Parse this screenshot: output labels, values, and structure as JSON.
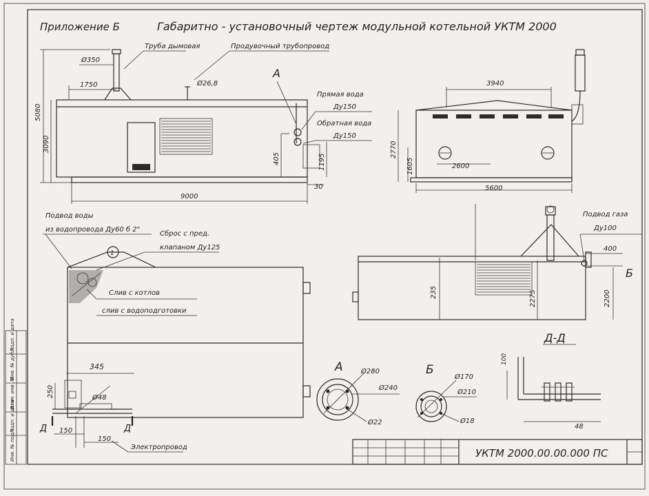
{
  "header": {
    "appendix": "Приложение Б",
    "title": "Габаритно - установочный чертеж модульной котельной УКТМ 2000"
  },
  "front_view": {
    "label_chimney": "Труба дымовая",
    "label_gas_pipe": "Продувочный трубопровод",
    "dim_chimney_d": "Ø350",
    "dim_chimney_x": "1750",
    "dim_gas_d": "Ø26,8",
    "dim_total_h": "5080",
    "dim_body_h": "3090",
    "dim_length": "9000",
    "dim_pipe_h": "405",
    "dim_pipe_h2": "1195",
    "dim_offset": "30",
    "section_mark": "А",
    "label_supply": "Прямая вода",
    "label_supply_dn": "Ду150",
    "label_return": "Обратная вода",
    "label_return_dn": "Ду150"
  },
  "side_view": {
    "dim_roof": "3940",
    "dim_height": "2770",
    "dim_inner_w": "2600",
    "dim_total_w": "5600",
    "dim_base_h": "1605"
  },
  "plan_view": {
    "label_water_1": "Подвод воды",
    "label_water_2": "из водопровода Ду60 б 2\"",
    "label_relief_1": "Сброс с пред.",
    "label_relief_2": "клапаном Ду125",
    "label_drain_1": "Слив с котлов",
    "label_drain_2": "слив с водоподготовки",
    "marker_1": "1",
    "dim_345": "345",
    "dim_250": "250",
    "dim_d48": "Ø48",
    "dim_150a": "150",
    "dim_150b": "150",
    "label_d": "Д",
    "label_electric": "Электропровод"
  },
  "section_dd": {
    "label_gas_1": "Подвод газа",
    "label_gas_2": "Ду100",
    "dim_400": "400",
    "dim_2200": "2200",
    "dim_2275": "2275",
    "dim_235": "235",
    "mark_b": "Б",
    "title": "Д-Д"
  },
  "details": {
    "a_title": "А",
    "a_d1": "Ø280",
    "a_d2": "Ø240",
    "a_d3": "Ø22",
    "b_title": "Б",
    "b_d1": "Ø170",
    "b_d2": "Ø210",
    "b_d3": "Ø18",
    "c_dim_top": "100",
    "c_dim_bottom": "48"
  },
  "title_block": {
    "doc_code": "УКТМ 2000.00.00.000 ПС",
    "side_labels": [
      "Инв. № подл.",
      "Подп. и дата",
      "Взам. инв. №",
      "Инв. № дубл.",
      "Подп. и дата"
    ]
  }
}
